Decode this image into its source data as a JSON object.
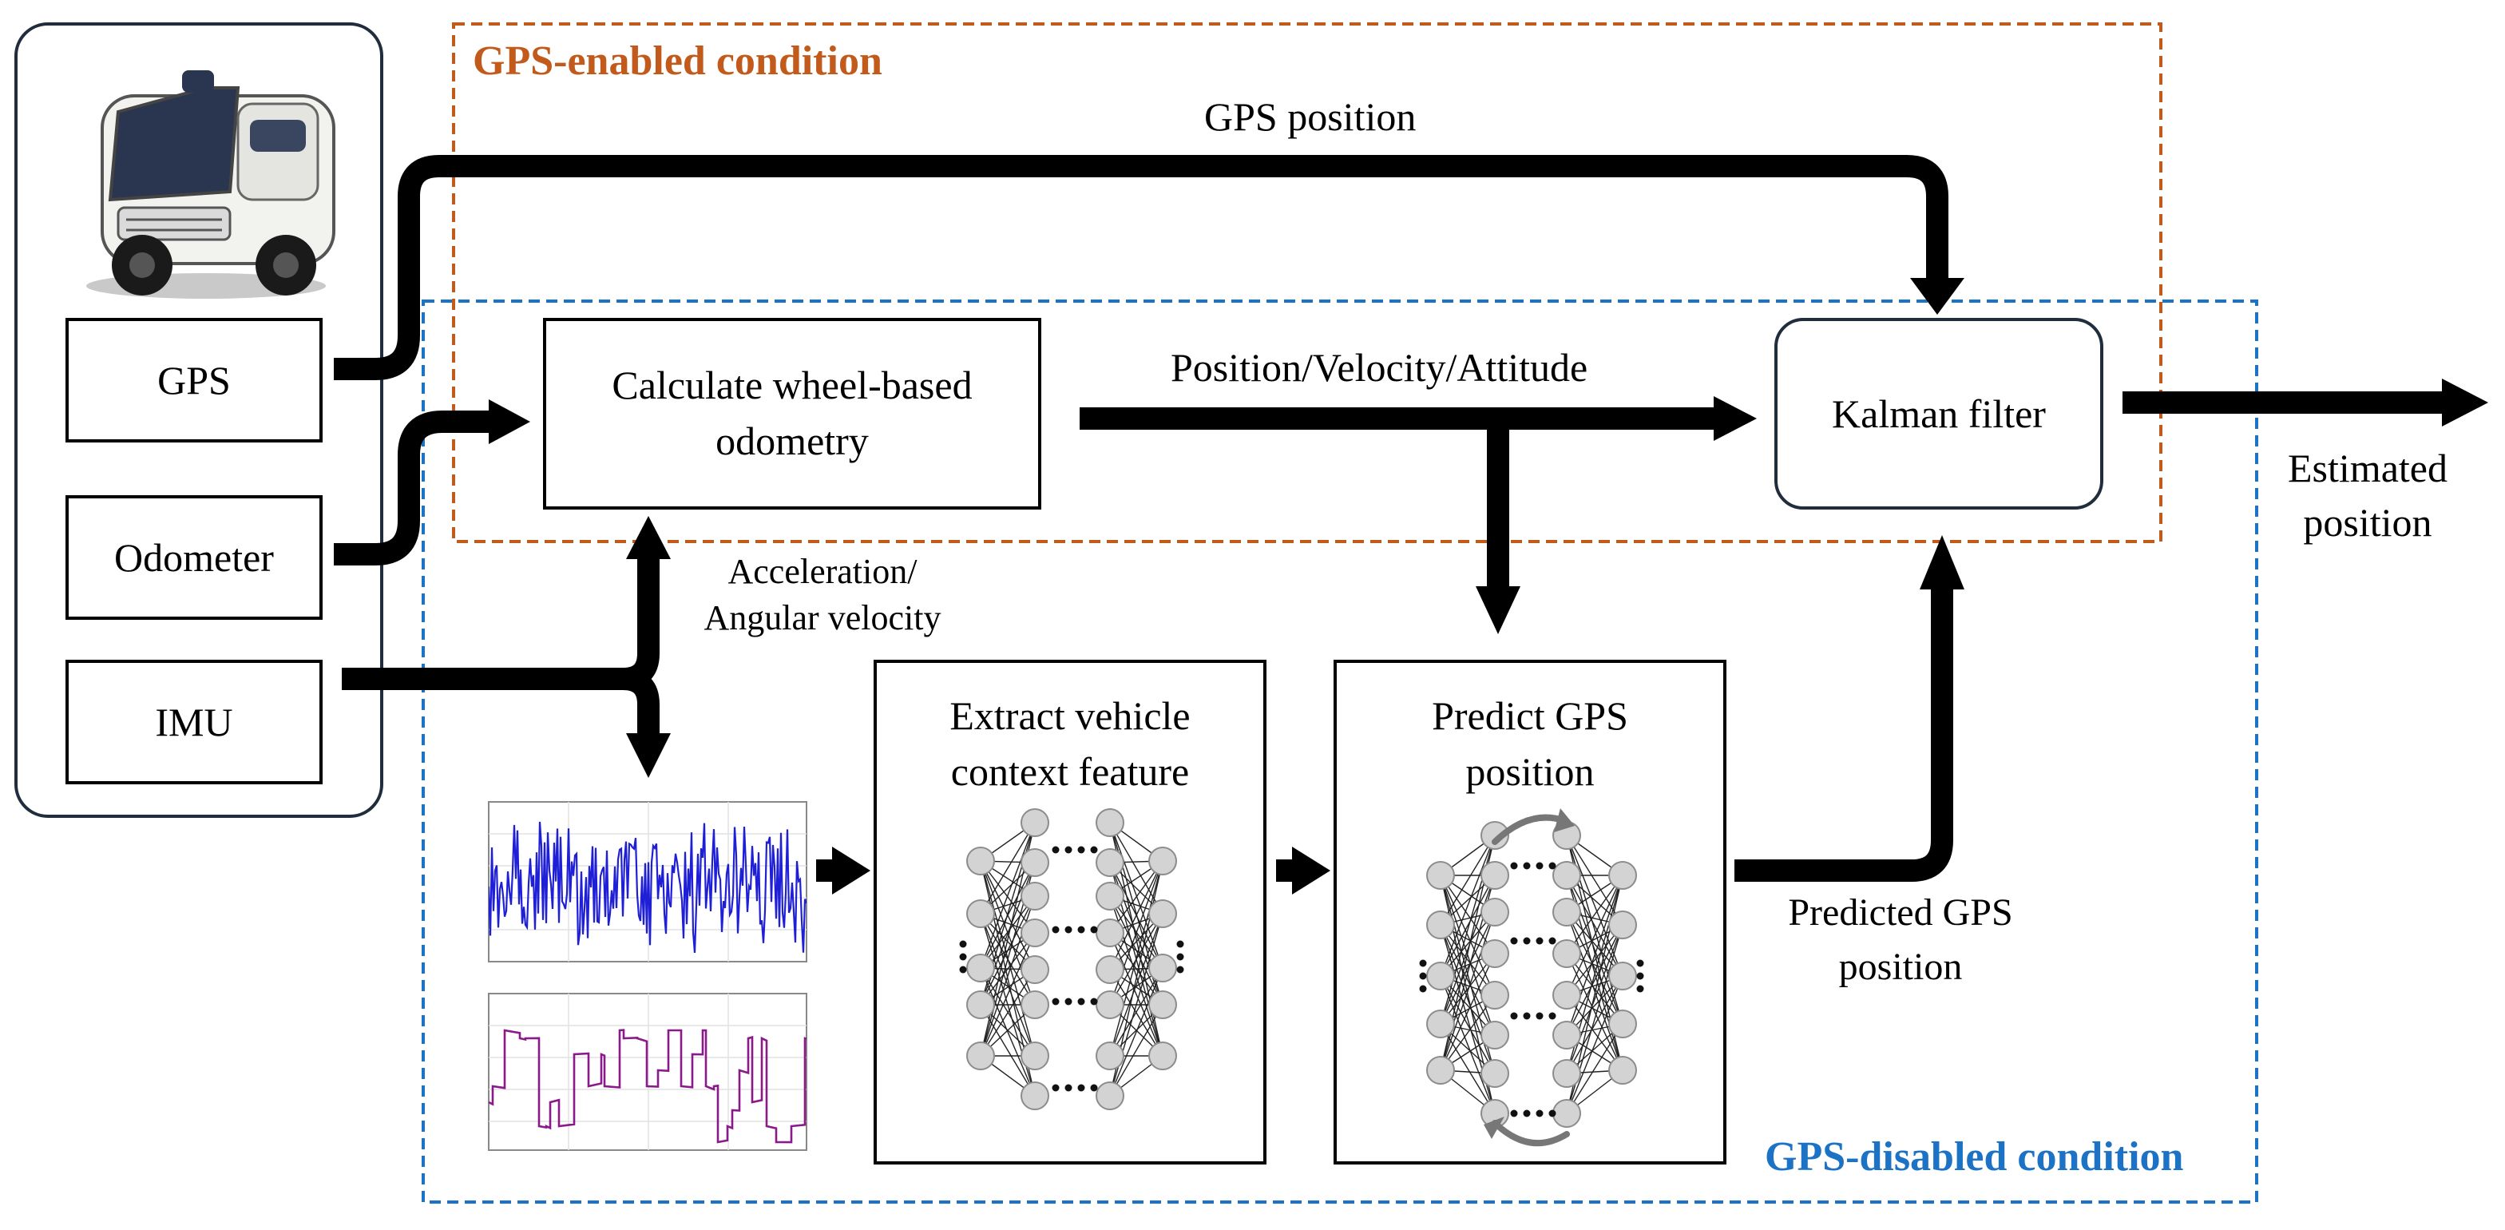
{
  "regions": {
    "gps_enabled_label": "GPS-enabled condition",
    "gps_disabled_label": "GPS-disabled condition"
  },
  "sensors": {
    "gps": "GPS",
    "odometer": "Odometer",
    "imu": "IMU"
  },
  "blocks": {
    "wheel_odometry": [
      "Calculate wheel-based",
      "odometry"
    ],
    "kalman": "Kalman filter",
    "extract": [
      "Extract vehicle",
      "context feature"
    ],
    "predict": [
      "Predict GPS",
      "position"
    ]
  },
  "edges": {
    "gps_position": "GPS position",
    "pva": "Position/Velocity/Attitude",
    "accel": [
      "Acceleration/",
      "Angular velocity"
    ],
    "predicted": [
      "Predicted GPS",
      "position"
    ],
    "estimated": [
      "Estimated",
      "position"
    ]
  },
  "colors": {
    "orange_region": "#C25A1C",
    "blue_region": "#1C72C4",
    "sensor_panel": "#1F2D3D",
    "signal_blue": "#1F1FD6",
    "signal_purple": "#8A1A8A",
    "neuron_fill": "#D3D3D3"
  },
  "icons": {
    "vehicle": "autonomous-van-icon"
  }
}
